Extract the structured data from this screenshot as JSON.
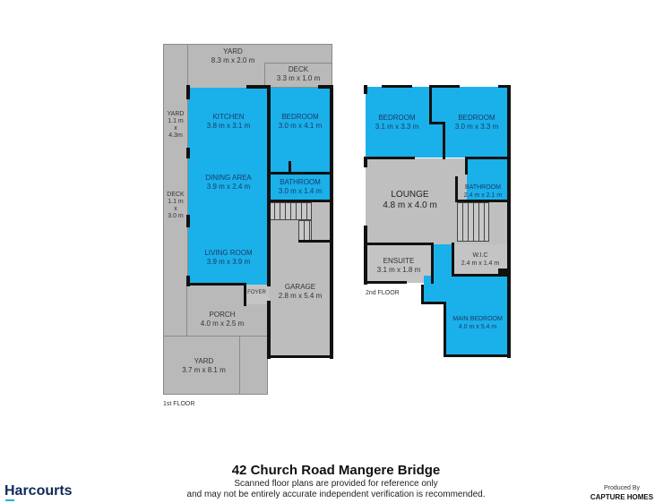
{
  "property": {
    "title": "42 Church Road Mangere Bridge",
    "disclaimer_line1": "Scanned floor plans are provided for reference only",
    "disclaimer_line2": "and may not be entirely accurate independent verification is recommended."
  },
  "branding": {
    "agency": "Harcourts",
    "produced_by_label": "Produced By",
    "producer": "CAPTURE HOMES"
  },
  "colors": {
    "room_blue": "#1ab0ea",
    "outdoor_grey": "#b9b9b9",
    "wall": "#111111",
    "brand_navy": "#0f2a57"
  },
  "floor1": {
    "caption": "1st FLOOR",
    "rooms": {
      "yard_top": {
        "name": "YARD",
        "size": "8.3 m x 2.0 m"
      },
      "deck_top": {
        "name": "DECK",
        "size": "3.3 m x 1.0 m"
      },
      "yard_side": {
        "name": "YARD",
        "size_a": "1.1 m",
        "x": "x",
        "size_b": "4.3m"
      },
      "deck_side": {
        "name": "DECK",
        "size_a": "1.1 m",
        "x": "x",
        "size_b": "3.0 m"
      },
      "kitchen": {
        "name": "KITCHEN",
        "size": "3.8 m x 3.1 m"
      },
      "bedroom": {
        "name": "BEDROOM",
        "size": "3.0 m x 4.1 m"
      },
      "dining": {
        "name": "DINING AREA",
        "size": "3.9 m x 2.4 m"
      },
      "bathroom": {
        "name": "BATHROOM",
        "size": "3.0 m x 1.4 m"
      },
      "living": {
        "name": "LIVING ROOM",
        "size": "3.9 m x 3.9 m"
      },
      "foyer": {
        "name": "FOYER"
      },
      "garage": {
        "name": "GARAGE",
        "size": "2.8 m x 5.4 m"
      },
      "porch": {
        "name": "PORCH",
        "size": "4.0 m x 2.5 m"
      },
      "yard_bottom": {
        "name": "YARD",
        "size": "3.7 m x 8.1 m"
      }
    }
  },
  "floor2": {
    "caption": "2nd FLOOR",
    "rooms": {
      "bedroom1": {
        "name": "BEDROOM",
        "size": "3.1 m x 3.3 m"
      },
      "bedroom2": {
        "name": "BEDROOM",
        "size": "3.0 m x 3.3 m"
      },
      "lounge": {
        "name": "LOUNGE",
        "size": "4.8 m x 4.0 m"
      },
      "bathroom": {
        "name": "BATHROOM",
        "size": "2.4 m x 2.1 m"
      },
      "ensuite": {
        "name": "ENSUITE",
        "size": "3.1 m x 1.8 m"
      },
      "wic": {
        "name": "W.I.C",
        "size": "2.4 m x 1.4 m"
      },
      "main_bedroom": {
        "name": "MAIN BEDROOM",
        "size": "4.0 m x 5.4 m"
      }
    }
  }
}
